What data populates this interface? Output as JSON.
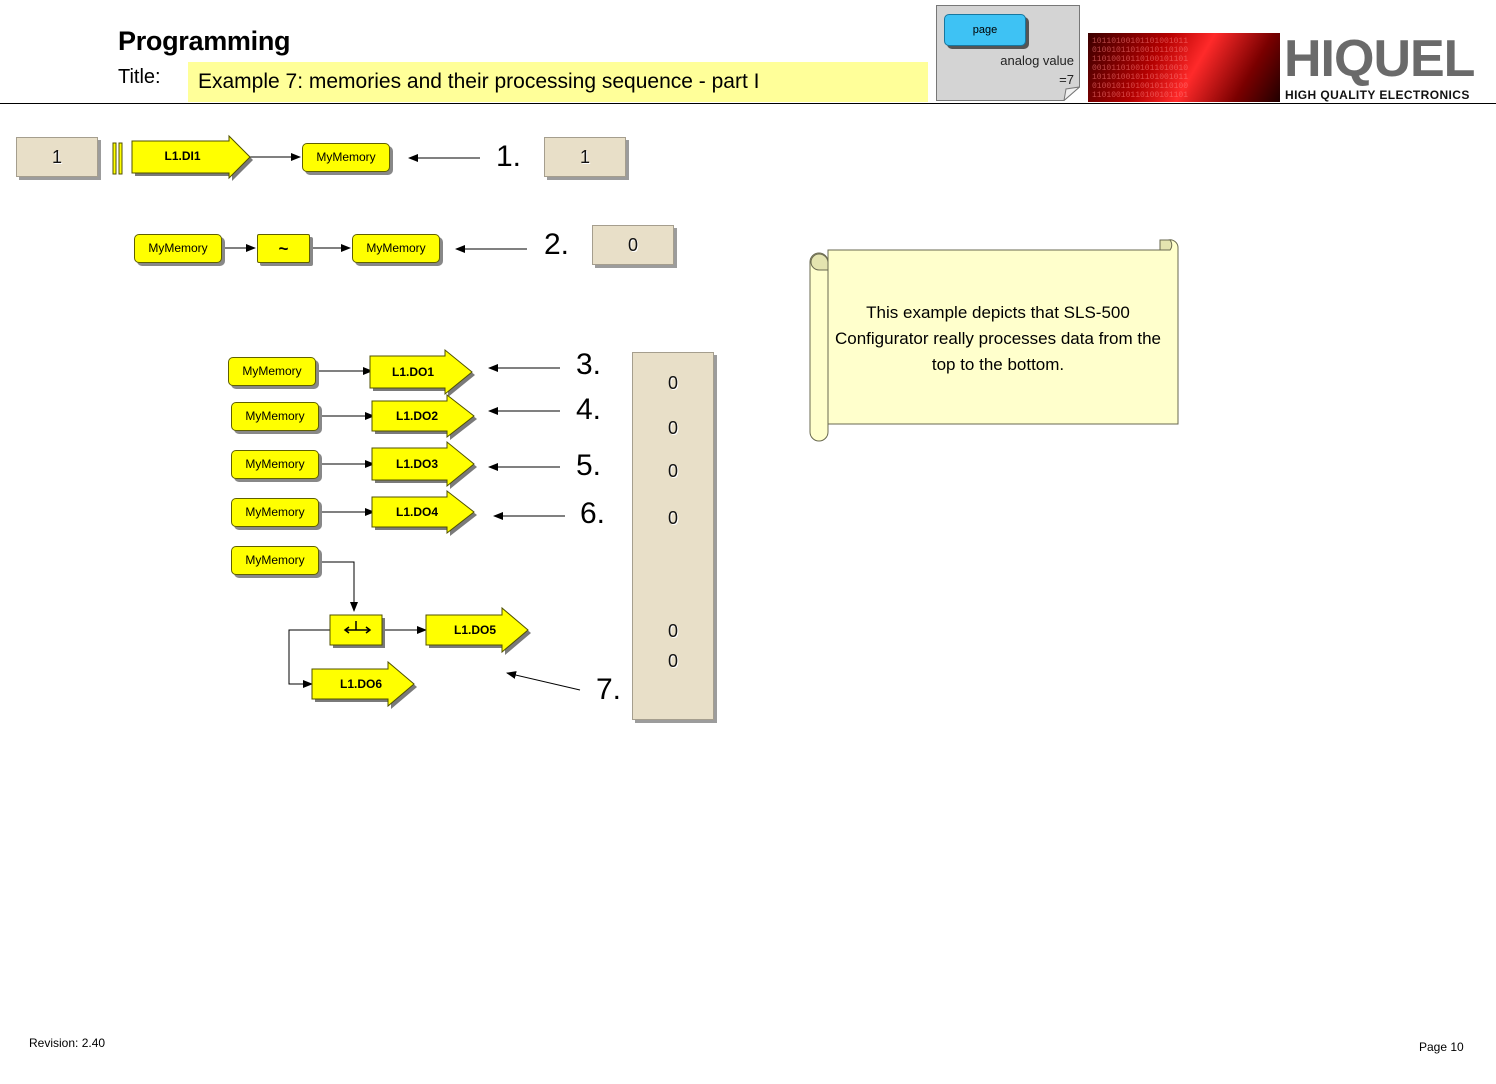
{
  "header": {
    "section": "Programming",
    "title_label": "Title:",
    "title": "Example 7: memories and their processing sequence - part I"
  },
  "analog_widget": {
    "button_label": "page",
    "text_line1": "analog value",
    "text_line2": "=7"
  },
  "logo": {
    "word": "HIQUEL",
    "tagline": "HIGH QUALITY ELECTRONICS"
  },
  "diagram": {
    "step1": {
      "input_value": "1",
      "input_tag": "L1.DI1",
      "memory": "MyMemory",
      "number": "1.",
      "result_value": "1"
    },
    "step2": {
      "memory_in": "MyMemory",
      "operator": "~",
      "memory_out": "MyMemory",
      "number": "2.",
      "result_value": "0"
    },
    "outputs": [
      {
        "memory": "MyMemory",
        "output": "L1.DO1",
        "number": "3."
      },
      {
        "memory": "MyMemory",
        "output": "L1.DO2",
        "number": "4."
      },
      {
        "memory": "MyMemory",
        "output": "L1.DO3",
        "number": "5."
      },
      {
        "memory": "MyMemory",
        "output": "L1.DO4",
        "number": "6."
      }
    ],
    "step7": {
      "memory": "MyMemory",
      "output_a": "L1.DO5",
      "output_b": "L1.DO6",
      "number": "7."
    },
    "result_column": [
      "0",
      "0",
      "0",
      "0",
      "0",
      "0"
    ]
  },
  "note": {
    "text": "This example depicts that SLS-500 Configurator really processes data from the top to the bottom."
  },
  "footer": {
    "revision": "Revision: 2.40",
    "page": "Page 10"
  }
}
